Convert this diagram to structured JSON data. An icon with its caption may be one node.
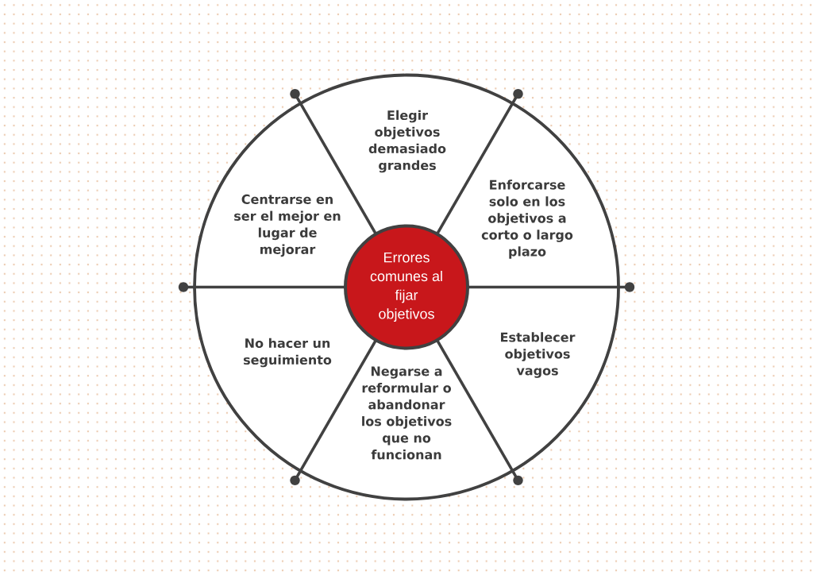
{
  "diagram": {
    "nodes": [
      {
        "text": [],
        "shape": "circle"
      },
      {
        "text": [
          "Errores comunes al fijar objetivos"
        ],
        "in": 0
      },
      {
        "text": [
          "Elegir objetivos demasiado grandes"
        ],
        "in": 0
      },
      {
        "text": [
          "Enforcarse solo en los objetivos a corto o largo plazo"
        ],
        "in": 0
      },
      {
        "text": [
          "Establecer objetivos vagos"
        ],
        "in": 0
      },
      {
        "text": [
          "Negarse a reformular o abandonar los objetivos que no funcionan"
        ],
        "in": 0
      },
      {
        "text": [
          "No hacer un seguimiento"
        ],
        "in": 0
      },
      {
        "text": [
          "Centrarse en ser el mejor en lugar de mejorar"
        ],
        "in": 0
      }
    ]
  }
}
